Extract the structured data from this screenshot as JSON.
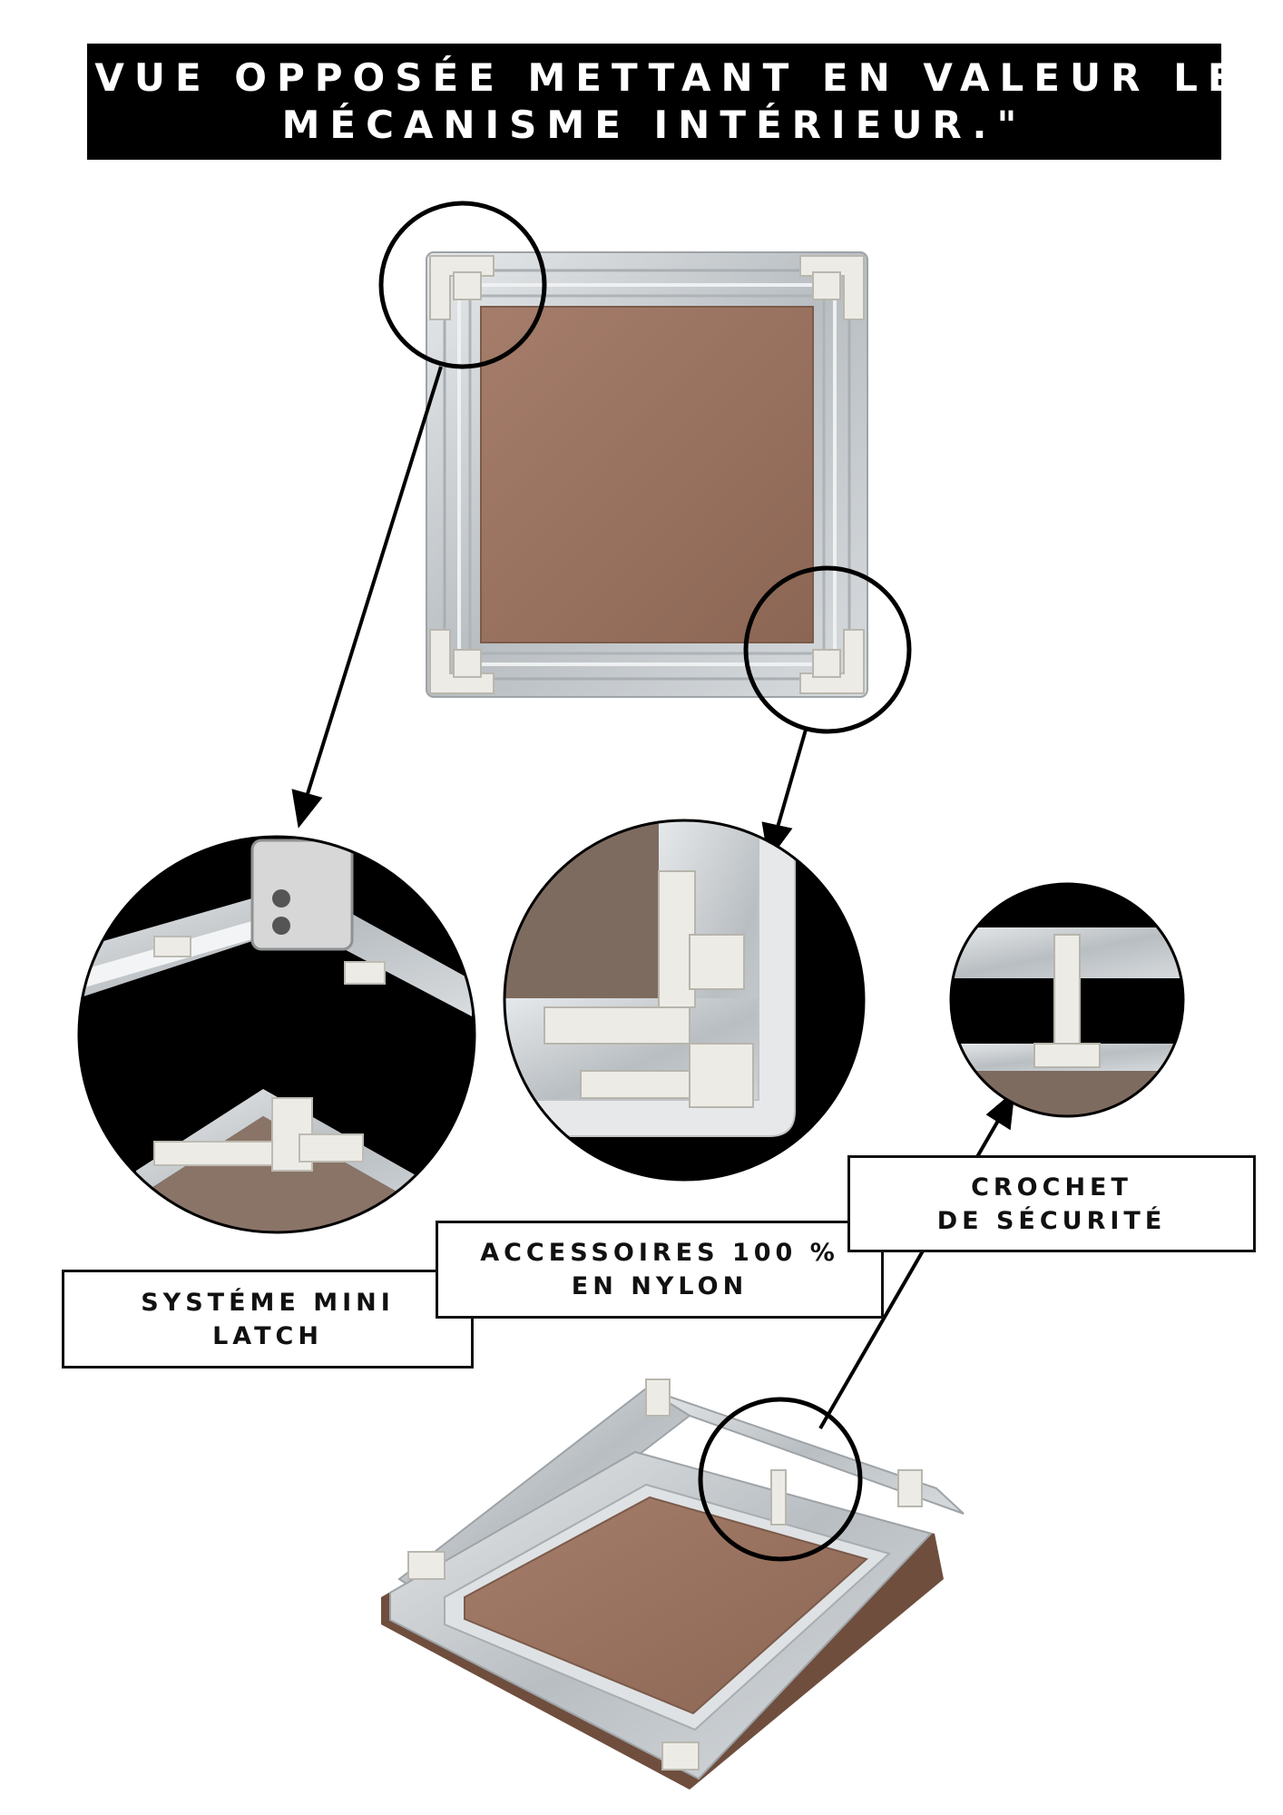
{
  "header": {
    "line1": "\"VUE OPPOSÉE METTANT EN VALEUR LE",
    "line2": "MÉCANISME INTÉRIEUR.\""
  },
  "callouts": {
    "mini_latch": {
      "line1": "SYSTÉME  MINI",
      "line2": "LATCH"
    },
    "nylon": {
      "line1": "ACCESSOIRES 100 %",
      "line2": "EN NYLON"
    },
    "safety_hook": {
      "line1": "CROCHET",
      "line2": "DE SÉCURITÉ"
    }
  },
  "colors": {
    "banner": "#000000",
    "aluminium": "#c9cdd0",
    "mdf_panel": "#9b7462",
    "nylon_parts": "#e9e8e2",
    "outline": "#111111"
  }
}
